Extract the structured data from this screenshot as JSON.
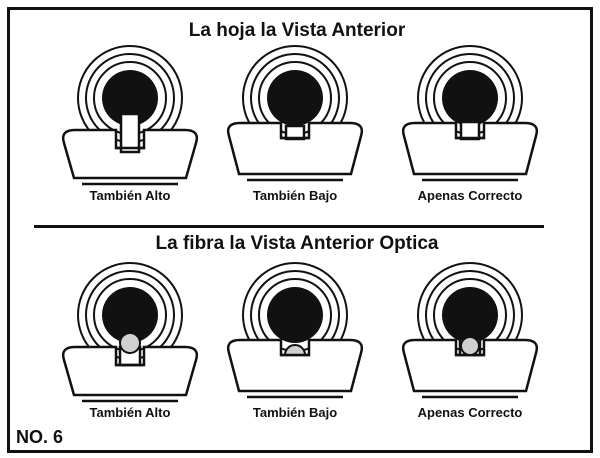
{
  "top_section": {
    "title": "La hoja la Vista Anterior",
    "cells": [
      {
        "caption": "También Alto",
        "post": "blade-high"
      },
      {
        "caption": "También Bajo",
        "post": "blade-low"
      },
      {
        "caption": "Apenas Correcto",
        "post": "blade-correct"
      }
    ]
  },
  "bottom_section": {
    "title": "La fibra la Vista Anterior Optica",
    "cells": [
      {
        "caption": "También Alto",
        "post": "fiber-high"
      },
      {
        "caption": "También Bajo",
        "post": "fiber-low"
      },
      {
        "caption": "Apenas Correcto",
        "post": "fiber-correct"
      }
    ]
  },
  "panel_label": "NO. 6",
  "colors": {
    "ink": "#111111",
    "fiber_dot": "#d0d0d0",
    "background": "#ffffff"
  }
}
